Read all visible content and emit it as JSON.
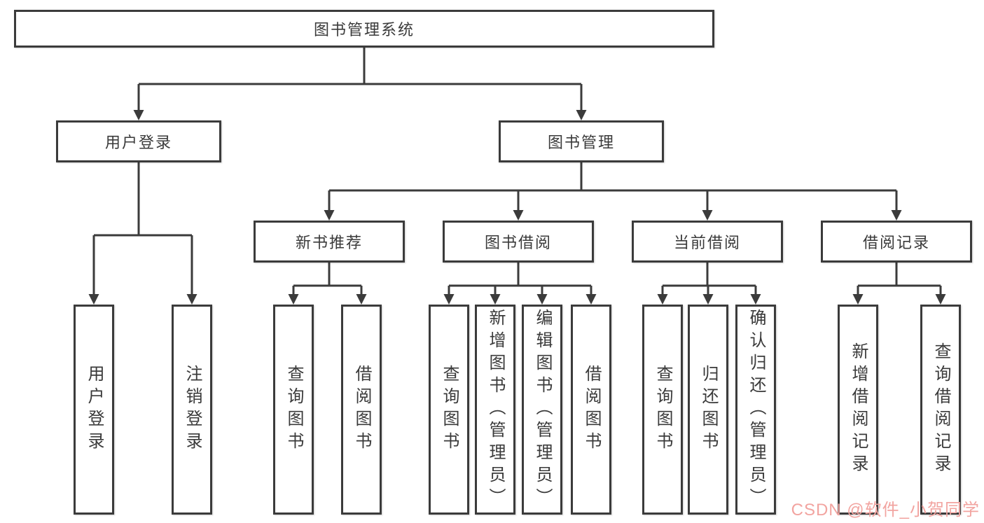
{
  "diagram": {
    "type": "tree",
    "root": {
      "label": "图书管理系统",
      "children": [
        {
          "label": "用户登录",
          "children": [
            {
              "label": "用户登录"
            },
            {
              "label": "注销登录"
            }
          ]
        },
        {
          "label": "图书管理",
          "children": [
            {
              "label": "新书推荐",
              "children": [
                {
                  "label": "查询图书"
                },
                {
                  "label": "借阅图书"
                }
              ]
            },
            {
              "label": "图书借阅",
              "children": [
                {
                  "label": "查询图书"
                },
                {
                  "label": "新增图书（管理员）"
                },
                {
                  "label": "编辑图书（管理员）"
                },
                {
                  "label": "借阅图书"
                }
              ]
            },
            {
              "label": "当前借阅",
              "children": [
                {
                  "label": "查询图书"
                },
                {
                  "label": "归还图书"
                },
                {
                  "label": "确认归还（管理员）"
                }
              ]
            },
            {
              "label": "借阅记录",
              "children": [
                {
                  "label": "新增借阅记录"
                },
                {
                  "label": "查询借阅记录"
                }
              ]
            }
          ]
        }
      ]
    }
  },
  "colors": {
    "line": "#3b3b3b",
    "box_border": "#3b3b3b",
    "box_fill": "#ffffff",
    "text": "#3a3a3a",
    "watermark": "#f2a4a0"
  },
  "watermark": {
    "text": "CSDN @软件_小贺同学"
  }
}
